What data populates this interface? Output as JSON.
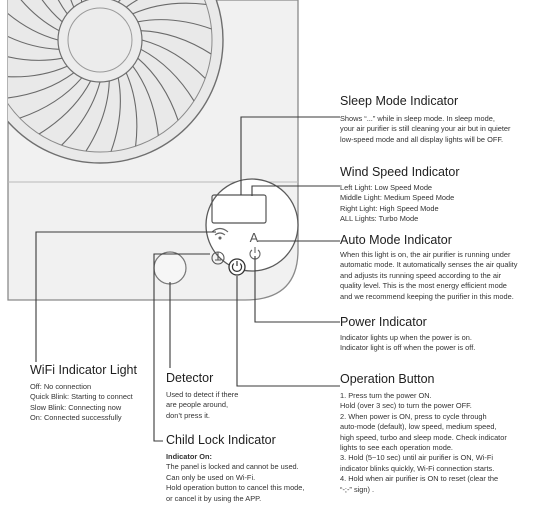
{
  "sleep": {
    "title": "Sleep Mode Indicator",
    "lines": [
      "Shows “...” while in sleep mode. In sleep mode,",
      "your air purifier is still cleaning your air but in quieter",
      "low-speed mode and all display lights will be OFF."
    ]
  },
  "wind": {
    "title": "Wind Speed Indicator",
    "lines": [
      "Left Light: Low Speed Mode",
      "Middle Light: Medium Speed Mode",
      "Right Light: High Speed Mode",
      "ALL Lights: Turbo Mode"
    ]
  },
  "auto": {
    "title": "Auto Mode Indicator",
    "lines": [
      "When this light is on, the air purifier is running under",
      "automatic mode. It automatically senses the air quality",
      "and adjusts its running speed according to the air",
      "quality level. This is the most energy efficient mode",
      "and we recommend keeping the purifier in this mode."
    ]
  },
  "power": {
    "title": "Power Indicator",
    "lines": [
      "Indicator lights up when the power is on.",
      "Indicator light is off when the power is off."
    ]
  },
  "operation": {
    "title": "Operation Button",
    "lines": [
      "1. Press turn the power ON.",
      "Hold (over 3 sec) to turn the power OFF.",
      "2. When power is ON, press to cycle through",
      "auto-mode (default), low speed, medium speed,",
      "high speed, turbo and sleep mode. Check indicator",
      "lights to see each operation mode.",
      "3. Hold (5~10 sec) until air purifier is ON, Wi-Fi",
      "indicator blinks quickly, Wi-Fi connection starts.",
      "4. Hold when air purifier is ON to reset (clear the",
      "“-;-” sign) ."
    ]
  },
  "wifi": {
    "title": "WiFi Indicator Light",
    "lines": [
      "Off: No connection",
      "Quick Blink: Starting to connect",
      "Slow Blink: Connecting now",
      "On: Connected successfully"
    ]
  },
  "detector": {
    "title": "Detector",
    "lines": [
      "Used to detect if there",
      "are people around,",
      "don’t press it."
    ]
  },
  "childlock": {
    "title": "Child Lock Indicator",
    "subtitle": "Indicator On:",
    "lines": [
      "The panel is locked and cannot be used.",
      "Can only be used on Wi-Fi.",
      "Hold operation button to cancel this mode,",
      "or cancel it by using the APP."
    ]
  },
  "panel": {
    "auto_icon_label": "A"
  }
}
